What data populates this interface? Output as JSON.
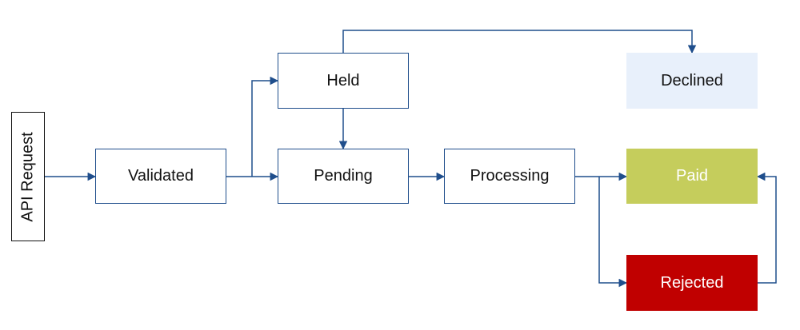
{
  "nodes": {
    "api_request": "API Request",
    "validated": "Validated",
    "held": "Held",
    "pending": "Pending",
    "processing": "Processing",
    "declined": "Declined",
    "paid": "Paid",
    "rejected": "Rejected"
  },
  "colors": {
    "edge": "#1f4e8c",
    "outline": "#1f4e8c",
    "declined_fill": "#e8f0fb",
    "declined_text": "#111111",
    "paid_fill": "#c5cd5c",
    "paid_text": "#ffffff",
    "rejected_fill": "#c00000",
    "rejected_text": "#ffffff"
  },
  "edges": [
    {
      "from": "api_request",
      "to": "validated"
    },
    {
      "from": "validated",
      "to": "pending"
    },
    {
      "from": "validated",
      "to": "held"
    },
    {
      "from": "held",
      "to": "pending"
    },
    {
      "from": "held",
      "to": "declined"
    },
    {
      "from": "pending",
      "to": "processing"
    },
    {
      "from": "processing",
      "to": "paid"
    },
    {
      "from": "processing",
      "to": "rejected"
    },
    {
      "from": "rejected",
      "to": "paid"
    }
  ]
}
